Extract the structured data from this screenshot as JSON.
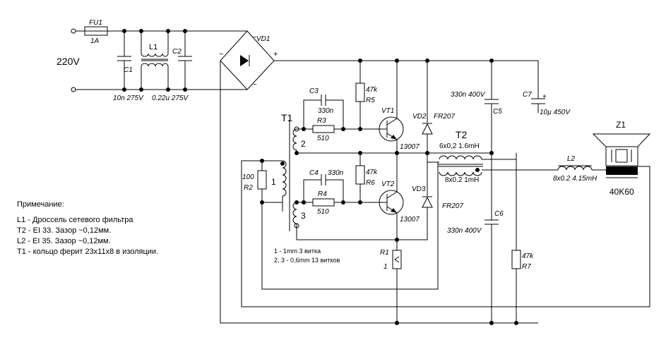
{
  "mains_voltage": "220V",
  "components": {
    "fu1": {
      "ref": "FU1",
      "value": "1A"
    },
    "c1": {
      "ref": "C1",
      "value": "10n 275V"
    },
    "l1": {
      "ref": "L1"
    },
    "c2": {
      "ref": "C2",
      "value": "0.22u 275V"
    },
    "vd1": {
      "ref": "VD1",
      "minus": "−",
      "plus": "+",
      "ac": "~"
    },
    "c3": {
      "ref": "C3",
      "value": "330n"
    },
    "r3": {
      "ref": "R3",
      "value": "510"
    },
    "r5": {
      "ref": "R5",
      "value": "47k"
    },
    "vt1": {
      "ref": "VT1",
      "part": "13007"
    },
    "vd2": {
      "ref": "VD2",
      "part": "FR207"
    },
    "c4": {
      "ref": "C4",
      "value": "330n"
    },
    "r4": {
      "ref": "R4",
      "value": "510"
    },
    "r6": {
      "ref": "R6",
      "value": "47k"
    },
    "vt2": {
      "ref": "VT2",
      "part": "13007"
    },
    "vd3": {
      "ref": "VD3",
      "part": "FR207"
    },
    "r2": {
      "ref": "R2",
      "value": "100"
    },
    "r1": {
      "ref": "R1",
      "value": "1"
    },
    "c5": {
      "ref": "C5",
      "value": "330n 400V"
    },
    "c6": {
      "ref": "C6",
      "value": "330n 400V"
    },
    "c7": {
      "ref": "C7",
      "value": "10µ 450V",
      "plus": "+"
    },
    "r7": {
      "ref": "R7",
      "value": "47k"
    },
    "t1": {
      "ref": "T1",
      "w1": "1",
      "w2": "2",
      "w3": "3"
    },
    "t2": {
      "ref": "T2",
      "primary": "6x0,2 1.6mH",
      "secondary": "8x0.2 1mH"
    },
    "l2": {
      "ref": "L2",
      "value": "8x0.2 4.15mH"
    },
    "z1": {
      "ref": "Z1",
      "value": "40K60"
    }
  },
  "winding_notes": [
    "1 - 1mm 3 витка",
    "2, 3 - 0,6mm 13 витков"
  ],
  "notes_title": "Примечание:",
  "notes": [
    "L1 - Дроссель сетевого фильтра",
    "T2 - EI 33. Зазор ~0,12мм.",
    "L2 - EI 35. Зазор ~0,12мм.",
    "T1 - кольцо ферит 23х11х8 в изоляции."
  ]
}
